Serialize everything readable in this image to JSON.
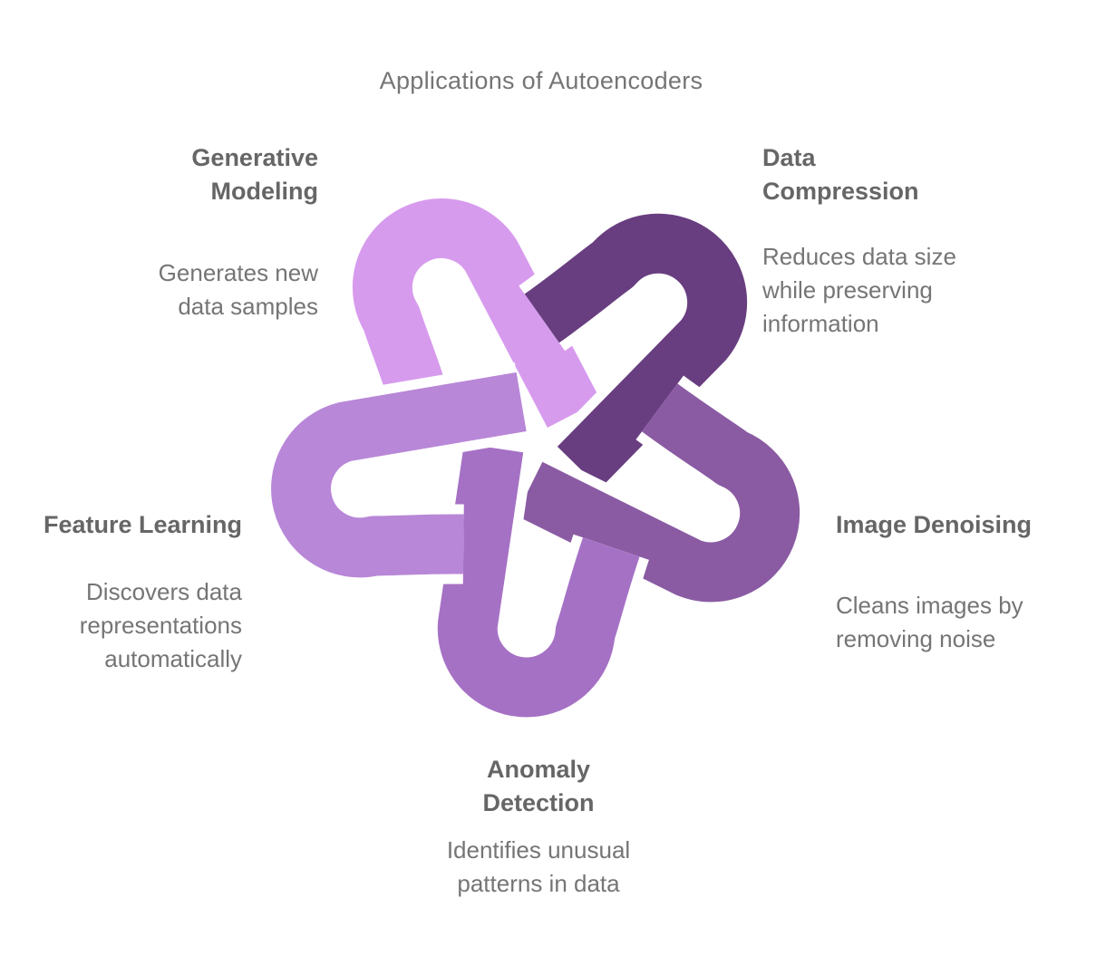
{
  "title": "Applications of Autoencoders",
  "diagram": {
    "arms": [
      {
        "id": "generative-modeling",
        "color": "#d79bee"
      },
      {
        "id": "data-compression",
        "color": "#683e80"
      },
      {
        "id": "image-denoising",
        "color": "#8a5ba3"
      },
      {
        "id": "anomaly-detection",
        "color": "#a571c5"
      },
      {
        "id": "feature-learning",
        "color": "#b887d8"
      }
    ]
  },
  "labels": {
    "generative_modeling": {
      "heading": "Generative Modeling",
      "body": "Generates new data samples"
    },
    "data_compression": {
      "heading": "Data Compression",
      "body": "Reduces data size while preserving information"
    },
    "image_denoising": {
      "heading": "Image Denoising",
      "body": "Cleans images by removing noise"
    },
    "anomaly_detection": {
      "heading": "Anomaly Detection",
      "body": "Identifies unusual patterns in data"
    },
    "feature_learning": {
      "heading": "Feature Learning",
      "body": "Discovers data representations automatically"
    }
  }
}
